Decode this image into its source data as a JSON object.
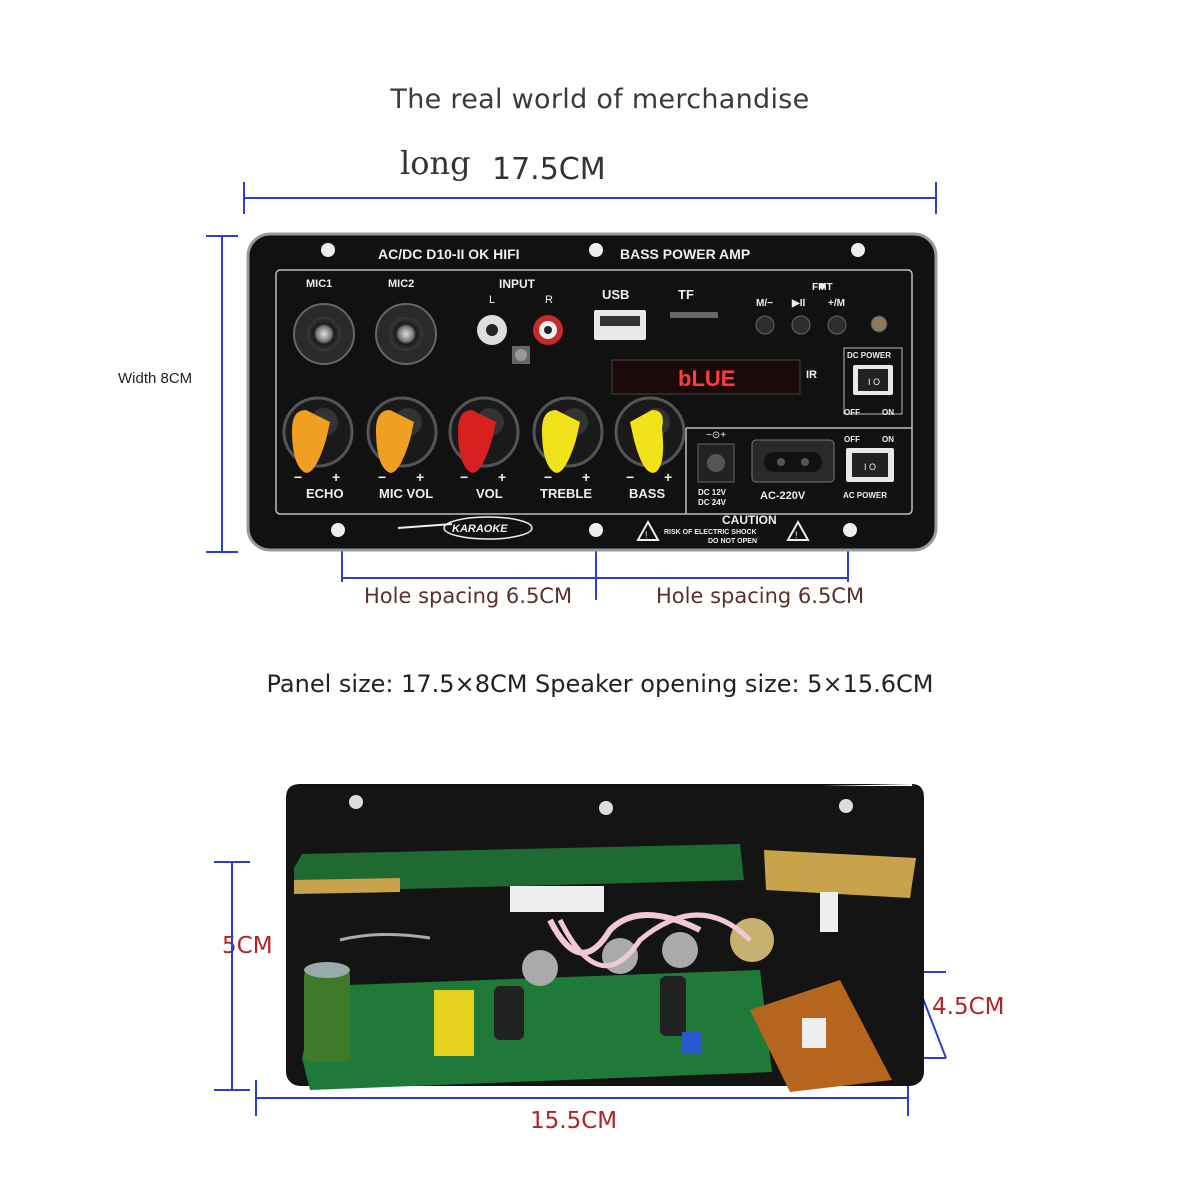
{
  "header": {
    "title": "The real world of merchandise",
    "long_label": "long",
    "long_value": "17.5CM"
  },
  "dimensions": {
    "width_label": "Width 8CM",
    "hole_spacing_left": "Hole spacing 6.5CM",
    "hole_spacing_right": "Hole spacing 6.5CM",
    "panel_size_text": "Panel size: 17.5×8CM Speaker opening size: 5×15.6CM",
    "side_height": "5CM",
    "board_height": "4.5CM",
    "board_length": "15.5CM"
  },
  "panel": {
    "model": "AC/DC D10-II OK HIFI",
    "bass_power_amp": "BASS POWER AMP",
    "mic1": "MIC1",
    "mic2": "MIC2",
    "input": "INPUT",
    "input_l": "L",
    "input_r": "R",
    "usb": "USB",
    "tf": "TF",
    "fmt": "FMT",
    "btn_prev": "M/−",
    "btn_play": "▶II",
    "btn_next": "+/M",
    "display": "bLUE",
    "ir": "IR",
    "dc_power": "DC POWER",
    "off1": "OFF",
    "on1": "ON",
    "off2": "OFF",
    "on2": "ON",
    "ac_power": "AC POWER",
    "dc_voltage_1": "DC 12V",
    "dc_voltage_2": "DC 24V",
    "ac_voltage": "AC-220V",
    "knobs": [
      "ECHO",
      "MIC VOL",
      "VOL",
      "TREBLE",
      "BASS"
    ],
    "karaoke": "KARAOKE",
    "caution": "CAUTION",
    "caution_line1": "RISK OF ELECTRIC SHOCK",
    "caution_line2": "DO NOT OPEN"
  },
  "colors": {
    "dimension_line": "#2b3fd0",
    "dimension_text_red": "#b02525",
    "knob_orange": "#f0a020",
    "knob_red": "#d82020",
    "knob_yellow": "#f2e21a",
    "display_red": "#ff3b3b"
  }
}
